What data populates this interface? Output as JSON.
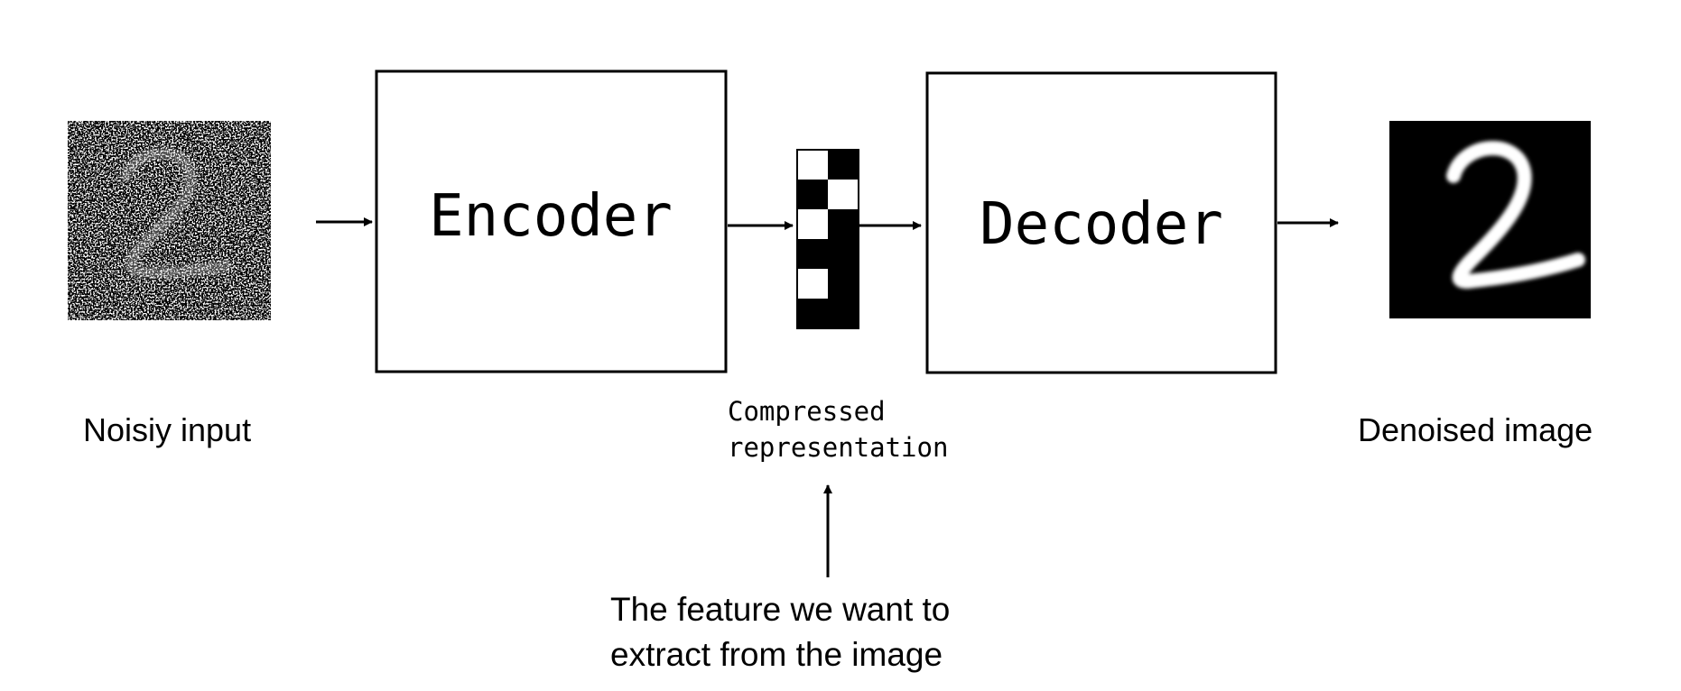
{
  "input": {
    "label": "Noisiy input"
  },
  "encoder": {
    "label": "Encoder"
  },
  "decoder": {
    "label": "Decoder"
  },
  "latent": {
    "label_line1": "Compressed",
    "label_line2": "representation",
    "cells": [
      [
        1,
        0
      ],
      [
        0,
        1
      ],
      [
        1,
        0
      ],
      [
        0,
        0
      ],
      [
        1,
        0
      ],
      [
        0,
        0
      ]
    ]
  },
  "output": {
    "label": "Denoised image"
  },
  "annotation": {
    "line1": "The feature we want to",
    "line2": "extract from the image"
  },
  "colors": {
    "stroke": "#000000",
    "background": "#ffffff",
    "image_bg": "#000000"
  }
}
